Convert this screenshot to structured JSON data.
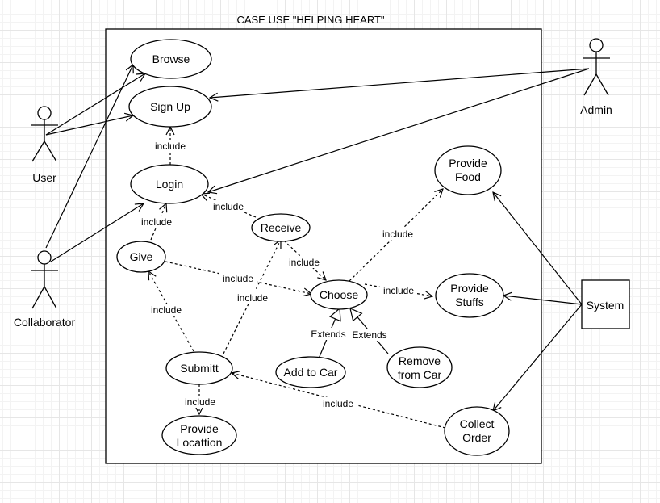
{
  "title": "CASE USE \"HELPING HEART\"",
  "actors": {
    "user": "User",
    "collaborator": "Collaborator",
    "admin": "Admin",
    "system": "System"
  },
  "use_cases": {
    "browse": [
      "Browse"
    ],
    "sign_up": [
      "Sign Up"
    ],
    "login": [
      "Login"
    ],
    "give": [
      "Give"
    ],
    "receive": [
      "Receive"
    ],
    "choose": [
      "Choose"
    ],
    "provide_food": [
      "Provide",
      "Food"
    ],
    "provide_stuffs": [
      "Provide",
      "Stuffs"
    ],
    "submitt": [
      "Submitt"
    ],
    "add_to_car": [
      "Add to Car"
    ],
    "remove_from_car": [
      "Remove",
      "from Car"
    ],
    "provide_location": [
      "Provide",
      "Locattion"
    ],
    "collect_order": [
      "Collect",
      "Order"
    ]
  },
  "relation_labels": {
    "login_signup": "include",
    "give_login": "include",
    "receive_login": "include",
    "receive_choose": "include",
    "give_choose": "include",
    "choose_food": "include",
    "choose_stuffs": "include",
    "submitt_give": "include",
    "submitt_receive": "include",
    "submitt_location": "include",
    "collect_submitt": "include",
    "addcar_choose": "Extends",
    "removecar_choose": "Extends"
  }
}
